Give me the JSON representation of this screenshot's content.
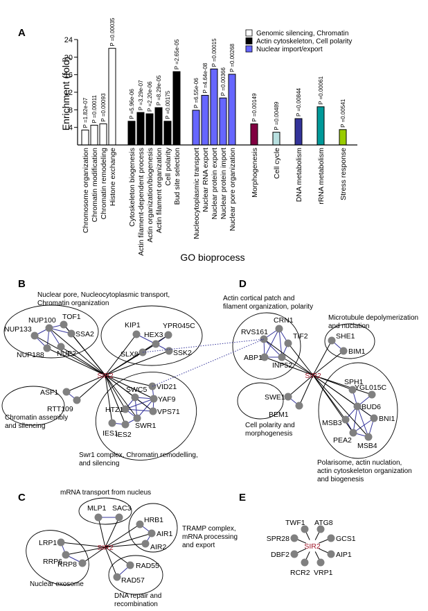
{
  "panels": {
    "A": "A",
    "B": "B",
    "C": "C",
    "D": "D",
    "E": "E"
  },
  "chart_data": {
    "type": "bar",
    "title": "",
    "xlabel": "GO bioprocess",
    "ylabel": "Enrichment (fold)",
    "ylim": [
      0,
      24
    ],
    "yticks": [
      "4",
      "8",
      "12",
      "16",
      "20",
      "24"
    ],
    "grid": false,
    "legend_position": "top-right",
    "legend": [
      {
        "name": "Genomic silencing, Chromatin",
        "color": "#ffffff"
      },
      {
        "name": "Actin cytoskeleton, Cell polarity",
        "color": "#000000"
      },
      {
        "name": "Nuclear import/export",
        "color": "#6666ff"
      }
    ],
    "groups": [
      {
        "color": "#ffffff",
        "bars": [
          {
            "category": "Chromosome organization",
            "value": 3.4,
            "p": "P =1.82e-07"
          },
          {
            "category": "Chromatin modification",
            "value": 4.5,
            "p": "P =0.00011"
          },
          {
            "category": "Chromatin remodeling",
            "value": 4.8,
            "p": "P =0.00093"
          },
          {
            "category": "Histone exchange",
            "value": 22.0,
            "p": "P =0.00035"
          }
        ]
      },
      {
        "color": "#000000",
        "bars": [
          {
            "category": "Cytoskeleton biogenesis",
            "value": 5.4,
            "p": "P =5.96e-06"
          },
          {
            "category": "Actin filament-dependent process",
            "value": 7.4,
            "p": "P =3.29e-07"
          },
          {
            "category": "Actin organization/biogenesis",
            "value": 7.1,
            "p": "P =2.20e-06"
          },
          {
            "category": "Actin filament organization",
            "value": 8.5,
            "p": "P =8.29e-05"
          },
          {
            "category": "Cell polarity",
            "value": 5.4,
            "p": "P =0.00175"
          },
          {
            "category": "Bud site selection",
            "value": 16.7,
            "p": "P =2.65e-05"
          }
        ]
      },
      {
        "color": "#6666ff",
        "bars": [
          {
            "category": "Nucleocytoplasmic transport",
            "value": 7.9,
            "p": "P =6.55e-06"
          },
          {
            "category": "Nuclear RNA export",
            "value": 11.3,
            "p": "P =4.64e-08"
          },
          {
            "category": "Nuclear protein export",
            "value": 17.3,
            "p": "P =0.00015"
          },
          {
            "category": "Nuclear protein import",
            "value": 10.7,
            "p": "P =0.00366"
          },
          {
            "category": "Nuclear pore organization",
            "value": 16.1,
            "p": "P =0.00268"
          }
        ]
      },
      {
        "color": "#800040",
        "bars": [
          {
            "category": "Morphogenesis",
            "value": 4.8,
            "p": "P =0.00149"
          }
        ]
      },
      {
        "color": "#b8e0e0",
        "bars": [
          {
            "category": "Cell cycle",
            "value": 2.9,
            "p": "P =0.00489"
          }
        ]
      },
      {
        "color": "#333399",
        "bars": [
          {
            "category": "DNA metabolism",
            "value": 6.0,
            "p": "P =0.00844"
          }
        ]
      },
      {
        "color": "#009999",
        "bars": [
          {
            "category": "rRNA metabolism",
            "value": 8.7,
            "p": "P =0.00061"
          }
        ]
      },
      {
        "color": "#99cc00",
        "bars": [
          {
            "category": "Stress response",
            "value": 3.5,
            "p": "P =0.00541"
          }
        ]
      }
    ]
  },
  "networks": {
    "hub": "SIR2",
    "B": {
      "clusters": [
        {
          "label_lines": [
            "Nuclear pore, Nucleocytoplasmic transport,",
            "Chromatin organization"
          ],
          "nodes": [
            "NUP100",
            "TOF1",
            "NUP133",
            "SSA2",
            "NUP188",
            "NUP2"
          ]
        },
        {
          "label_lines": [],
          "nodes": [
            "KIP1",
            "HEX3",
            "YPR045C",
            "SLX8",
            "SSK2"
          ]
        },
        {
          "label_lines": [
            "Chromatin assembly",
            "and silencing"
          ],
          "nodes": [
            "ASF1",
            "RTT109"
          ]
        },
        {
          "label_lines": [
            "Swr1 complex, Chromatin remodelling,",
            "and silencing"
          ],
          "nodes": [
            "VID21",
            "SWC5",
            "YAF9",
            "HTZ1",
            "VPS71",
            "SWR1",
            "IES1",
            "IES2"
          ]
        }
      ]
    },
    "D": {
      "clusters": [
        {
          "label_lines": [
            "Actin cortical patch and",
            "filament organization, polarity"
          ],
          "nodes": [
            "CRN1",
            "RVS161",
            "TIF2",
            "ABP1",
            "INP52"
          ]
        },
        {
          "label_lines": [
            "Microtubule depolymerization",
            "and nuclation"
          ],
          "nodes": [
            "SHE1",
            "BIM1"
          ]
        },
        {
          "label_lines": [
            "Cell polarity and",
            "morphogenesis"
          ],
          "nodes": [
            "SWE1",
            "BEM1"
          ]
        },
        {
          "label_lines": [
            "Polarisome, actin nuclation,",
            "actin cytoskeleton organization",
            "and biogenesis"
          ],
          "nodes": [
            "SPH1",
            "YGL015C",
            "BUD6",
            "BNI1",
            "MSB3",
            "PEA2",
            "MSB4"
          ]
        }
      ]
    },
    "C": {
      "clusters": [
        {
          "label_lines": [
            "mRNA transport from nucleus"
          ],
          "nodes": [
            "MLP1",
            "SAC3"
          ]
        },
        {
          "label_lines": [
            "TRAMP complex,",
            "mRNA processing",
            "and export"
          ],
          "nodes": [
            "HRB1",
            "AIR1",
            "AIR2"
          ]
        },
        {
          "label_lines": [
            "Nuclear exosome"
          ],
          "nodes": [
            "LRP1",
            "RRP6",
            "RRP8"
          ]
        },
        {
          "label_lines": [
            "DNA repair and",
            "recombination"
          ],
          "nodes": [
            "RAD55",
            "RAD57"
          ]
        }
      ]
    },
    "E": {
      "nodes": [
        "TWF1",
        "ATG8",
        "GCS1",
        "AIP1",
        "VRP1",
        "RCR2",
        "DBF2",
        "SPR28"
      ]
    }
  }
}
